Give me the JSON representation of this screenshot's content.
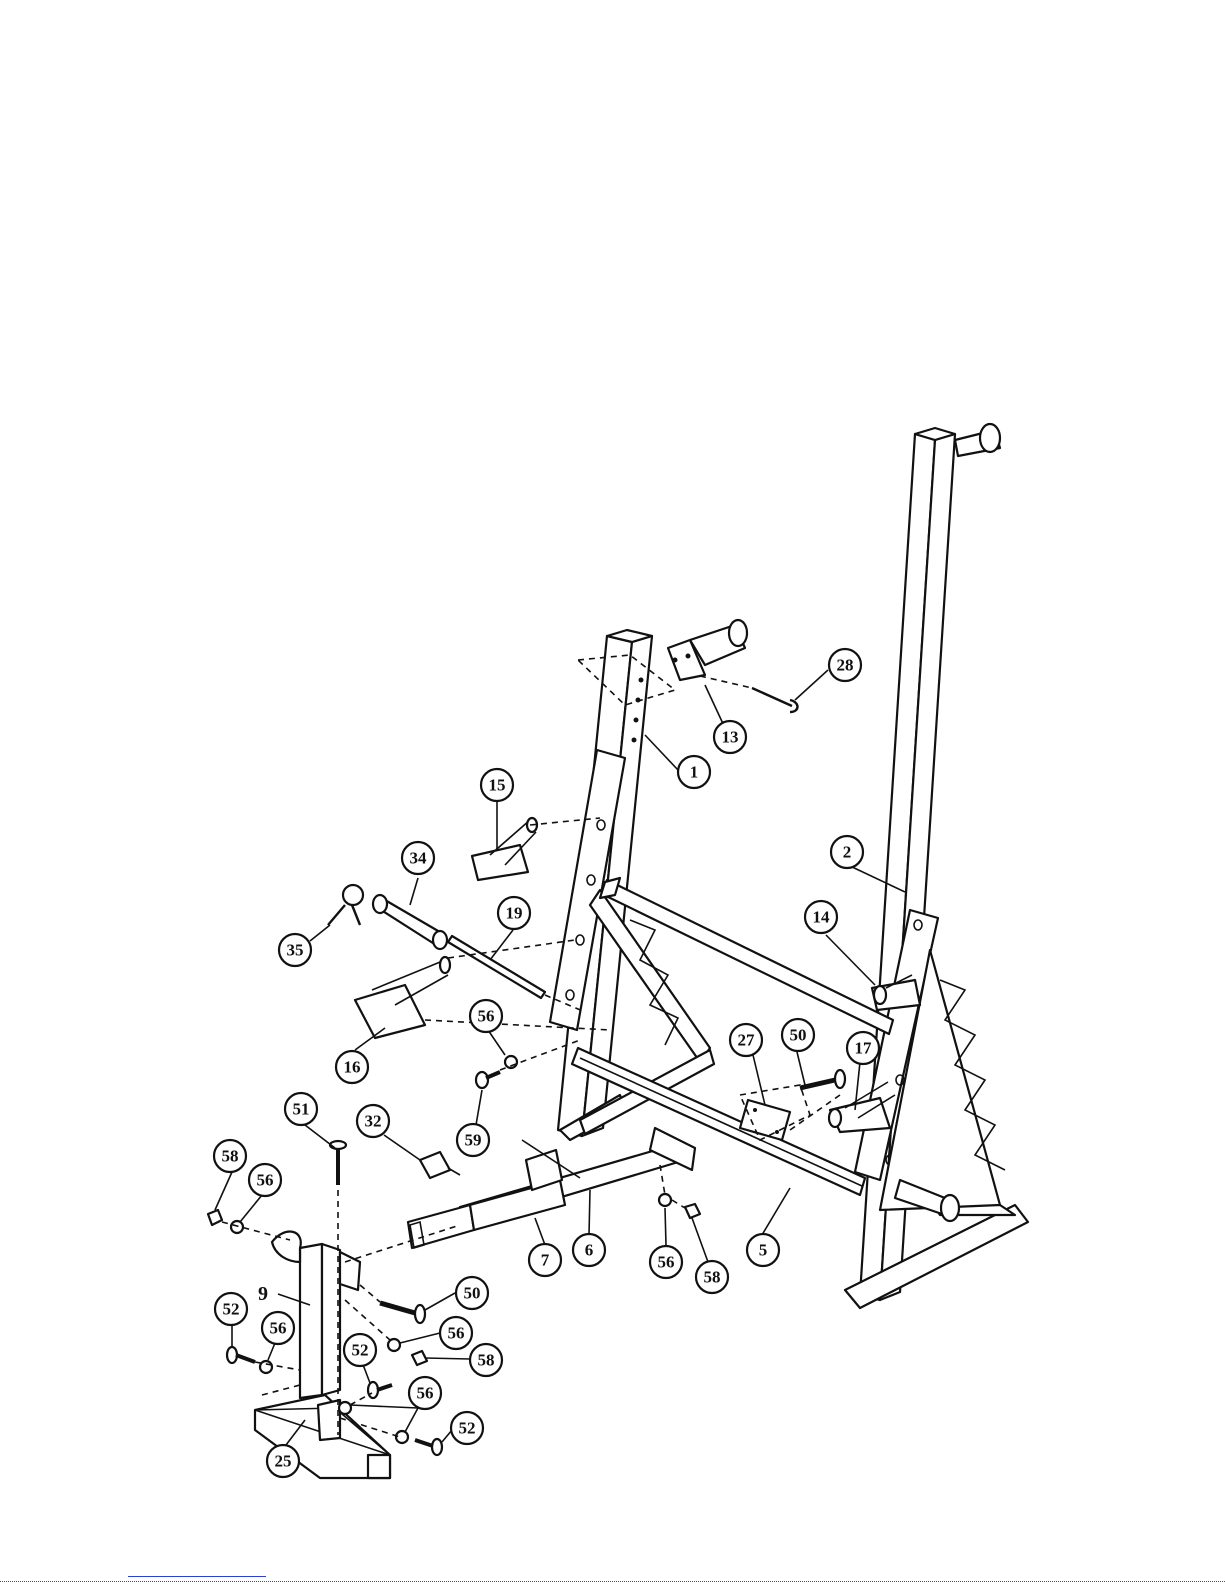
{
  "callouts": [
    {
      "id": "c28",
      "label": "28"
    },
    {
      "id": "c13",
      "label": "13"
    },
    {
      "id": "c1",
      "label": "1"
    },
    {
      "id": "c15",
      "label": "15"
    },
    {
      "id": "c2",
      "label": "2"
    },
    {
      "id": "c34",
      "label": "34"
    },
    {
      "id": "c19",
      "label": "19"
    },
    {
      "id": "c14",
      "label": "14"
    },
    {
      "id": "c35",
      "label": "35"
    },
    {
      "id": "c56a",
      "label": "56"
    },
    {
      "id": "c27",
      "label": "27"
    },
    {
      "id": "c50a",
      "label": "50"
    },
    {
      "id": "c17",
      "label": "17"
    },
    {
      "id": "c16",
      "label": "16"
    },
    {
      "id": "c51",
      "label": "51"
    },
    {
      "id": "c32",
      "label": "32"
    },
    {
      "id": "c59",
      "label": "59"
    },
    {
      "id": "c58a",
      "label": "58"
    },
    {
      "id": "c56b",
      "label": "56"
    },
    {
      "id": "c7",
      "label": "7"
    },
    {
      "id": "c6",
      "label": "6"
    },
    {
      "id": "c56c",
      "label": "56"
    },
    {
      "id": "c58b",
      "label": "58"
    },
    {
      "id": "c5",
      "label": "5"
    },
    {
      "id": "c50b",
      "label": "50"
    },
    {
      "id": "c52a",
      "label": "52"
    },
    {
      "id": "c56d",
      "label": "56"
    },
    {
      "id": "c56e",
      "label": "56"
    },
    {
      "id": "c58c",
      "label": "58"
    },
    {
      "id": "c52b",
      "label": "52"
    },
    {
      "id": "c56f",
      "label": "56"
    },
    {
      "id": "c52c",
      "label": "52"
    },
    {
      "id": "c25",
      "label": "25"
    }
  ],
  "plain_labels": {
    "part9": "9"
  }
}
